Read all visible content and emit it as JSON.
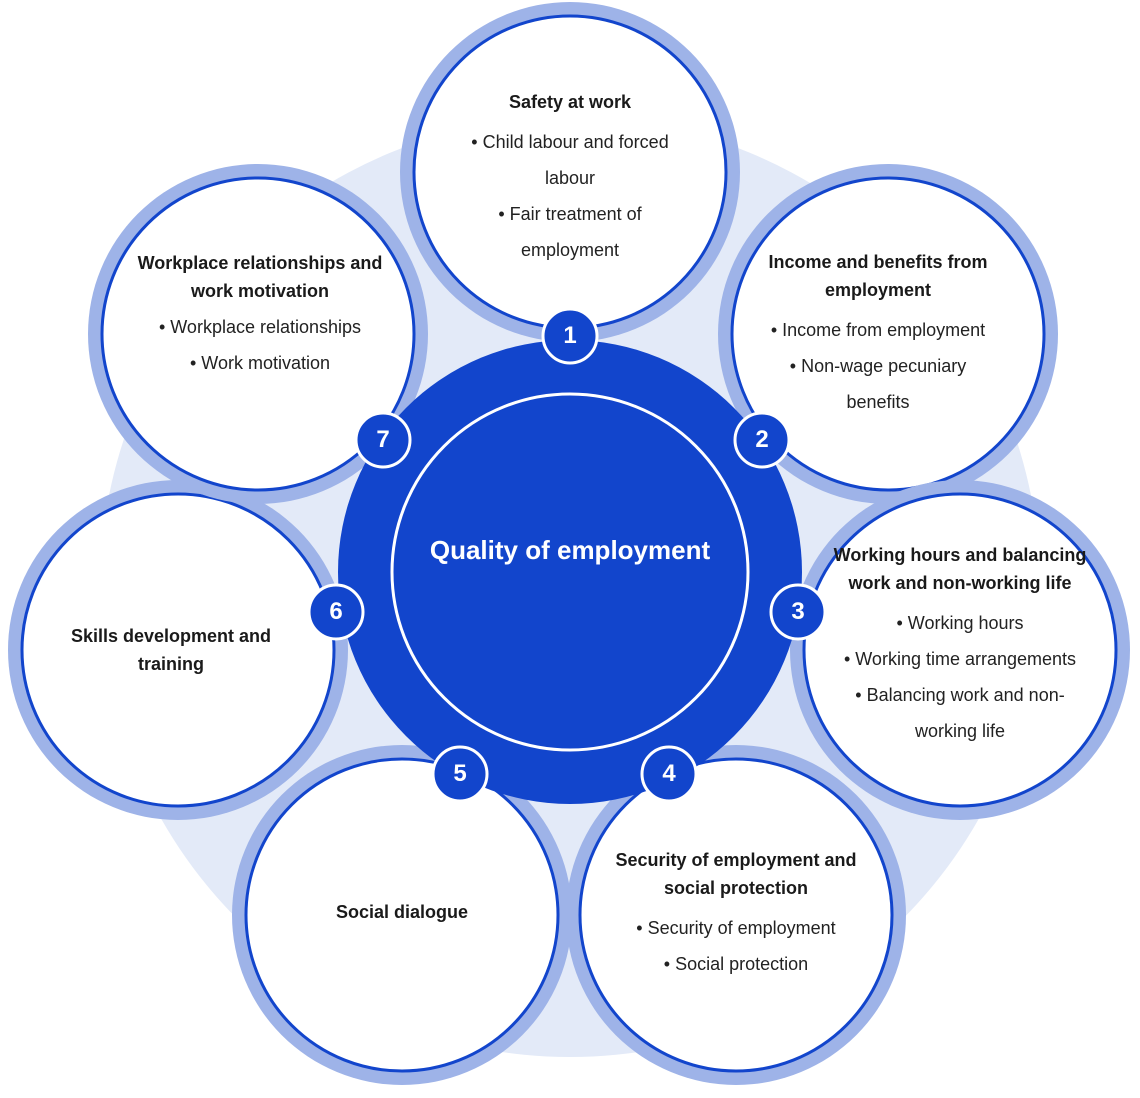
{
  "center": {
    "title": "Quality of employment"
  },
  "colors": {
    "primary": "#1245CC",
    "ring": "#9EB3E8",
    "halo": "#E3EAF8",
    "text": "#1a1a1a"
  },
  "items": [
    {
      "number": "1",
      "title": "Safety at work",
      "bullets": [
        "• Child labour and forced",
        "labour",
        "• Fair treatment of",
        "employment"
      ]
    },
    {
      "number": "2",
      "title": "Income and benefits from employment",
      "bullets": [
        "• Income from employment",
        "• Non-wage pecuniary",
        "benefits"
      ]
    },
    {
      "number": "3",
      "title": "Working hours and balancing work and non-working life",
      "bullets": [
        "• Working hours",
        "• Working time arrangements",
        "• Balancing work and non-",
        "working life"
      ]
    },
    {
      "number": "4",
      "title": "Security of employment and social protection",
      "bullets": [
        "• Security of employment",
        "• Social protection"
      ]
    },
    {
      "number": "5",
      "title": "Social dialogue",
      "bullets": []
    },
    {
      "number": "6",
      "title": "Skills development and training",
      "bullets": []
    },
    {
      "number": "7",
      "title": "Workplace relationships and work motivation",
      "bullets": [
        "• Workplace relationships",
        "• Work motivation"
      ]
    }
  ]
}
